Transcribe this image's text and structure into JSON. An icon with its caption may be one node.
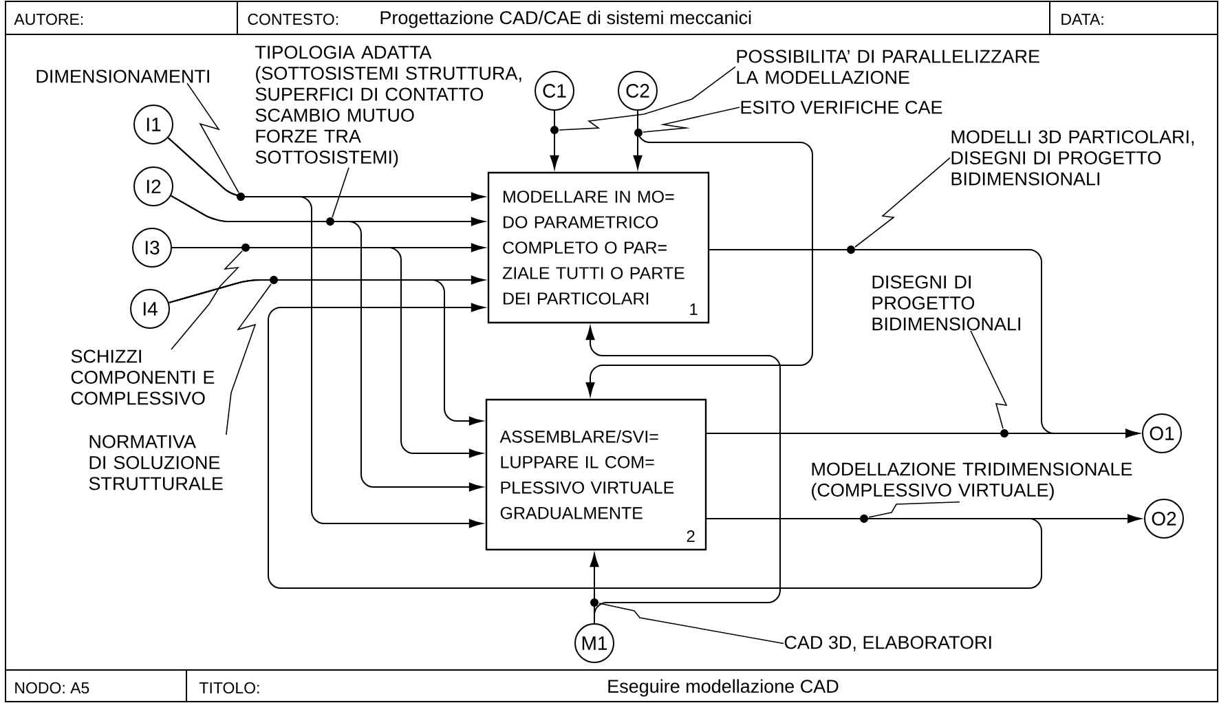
{
  "diagram": {
    "nodes": [
      {
        "text": [
          "MODELLARE IN MO= DO PARAMETRICO COMPLETO O PAR= ZIALE TUTTI O PARTE DEI PARTICOLARI",
          "1"
        ]
      },
      {
        "text": [
          "ASSEMBLARE/SVI= LUPPARE IL COM= PLESSIVO VIRTUALE GRADUALMENTE",
          "2"
        ]
      },
      {
        "text": [
          "I1"
        ]
      },
      {
        "text": [
          "I2"
        ]
      },
      {
        "text": [
          "I3"
        ]
      },
      {
        "text": [
          "I4"
        ]
      },
      {
        "text": [
          "C1"
        ]
      },
      {
        "text": [
          "C2"
        ]
      },
      {
        "text": [
          "M1"
        ]
      },
      {
        "text": [
          "O1"
        ]
      },
      {
        "text": [
          "O2"
        ]
      },
      {
        "text": [
          "DIMENSIONAMENTI"
        ]
      },
      {
        "text": [
          "TIPOLOGIA ADATTA (SOTTOSISTEMI STRUTTURA, SUPERFICI DI CONTATTO SCAMBIO MUTUO FORZE TRA SOTTOSISTEMI)"
        ]
      },
      {
        "text": [
          "SCHIZZI COMPONENTI E COMPLESSIVO"
        ]
      },
      {
        "text": [
          "NORMATIVA DI SOLUZIONE STRUTTURALE"
        ]
      },
      {
        "text": [
          "POSSIBILITA’ DI PARALLELIZZARE LA MODELLAZIONE"
        ]
      },
      {
        "text": [
          "ESITO VERIFICHE CAE"
        ]
      },
      {
        "text": [
          "MODELLI 3D PARTICOLARI, DISEGNI DI PROGETTO BIDIMENSIONALI"
        ]
      },
      {
        "text": [
          "DISEGNI DI PROGETTO BIDIMENSIONALI"
        ]
      },
      {
        "text": [
          "MODELLAZIONE TRIDIMENSIONALE (COMPLESSIVO VIRTUALE)"
        ]
      },
      {
        "text": [
          "CAD 3D, ELABORATORI"
        ]
      }
    ],
    "edges": [
      {
        "from": 2,
        "to": 0,
        "arrow": "to"
      },
      {
        "from": 2,
        "to": 1,
        "arrow": "to"
      },
      {
        "from": 3,
        "to": 0,
        "arrow": "to"
      },
      {
        "from": 3,
        "to": 1,
        "arrow": "to"
      },
      {
        "from": 4,
        "to": 0,
        "arrow": "to"
      },
      {
        "from": 4,
        "to": 1,
        "arrow": "to"
      },
      {
        "from": 5,
        "to": 0,
        "arrow": "to"
      },
      {
        "from": 5,
        "to": 1,
        "arrow": "to"
      },
      {
        "from": 1,
        "to": 0,
        "arrow": "to"
      },
      {
        "from": 6,
        "to": 0,
        "arrow": "to"
      },
      {
        "from": 7,
        "to": 0,
        "arrow": "to"
      },
      {
        "from": 7,
        "to": 1,
        "arrow": "to"
      },
      {
        "from": 8,
        "to": 1,
        "arrow": "to"
      },
      {
        "from": 8,
        "to": 0,
        "arrow": "to"
      },
      {
        "from": 0,
        "to": 9,
        "arrow": "to"
      },
      {
        "from": 1,
        "to": 9,
        "arrow": "to"
      },
      {
        "from": 1,
        "to": 10,
        "arrow": "to"
      },
      {
        "from": 11,
        "to": null,
        "arrow": "none"
      },
      {
        "from": 12,
        "to": null,
        "arrow": "none"
      },
      {
        "from": 13,
        "to": null,
        "arrow": "none"
      },
      {
        "from": 14,
        "to": null,
        "arrow": "none"
      },
      {
        "from": 15,
        "to": null,
        "arrow": "none"
      },
      {
        "from": 16,
        "to": null,
        "arrow": "none"
      },
      {
        "from": 17,
        "to": null,
        "arrow": "none"
      },
      {
        "from": 18,
        "to": null,
        "arrow": "none"
      },
      {
        "from": 19,
        "to": null,
        "arrow": "none"
      },
      {
        "from": 20,
        "to": null,
        "arrow": "none"
      }
    ],
    "labels": [
      "AUTORE:",
      "CONTESTO:",
      "Progettazione CAD/CAE di sistemi meccanici",
      "DATA:",
      "NODO: A5",
      "TITOLO:",
      "Eseguire modellazione CAD"
    ]
  }
}
